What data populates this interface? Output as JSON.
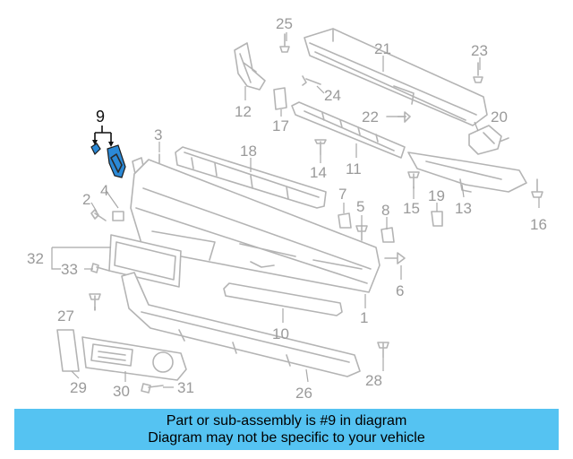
{
  "diagram": {
    "highlight_color": "#2b89d6",
    "highlighted_part": "9",
    "callouts": [
      "1",
      "2",
      "3",
      "4",
      "5",
      "6",
      "7",
      "8",
      "9",
      "10",
      "11",
      "12",
      "13",
      "14",
      "15",
      "16",
      "17",
      "18",
      "19",
      "20",
      "21",
      "22",
      "23",
      "24",
      "25",
      "26",
      "27",
      "28",
      "29",
      "30",
      "31",
      "32",
      "33"
    ]
  },
  "banner": {
    "background": "#55c3f2",
    "line1": "Part or sub-assembly is #9 in diagram",
    "line2": "Diagram may not be specific to your vehicle"
  }
}
